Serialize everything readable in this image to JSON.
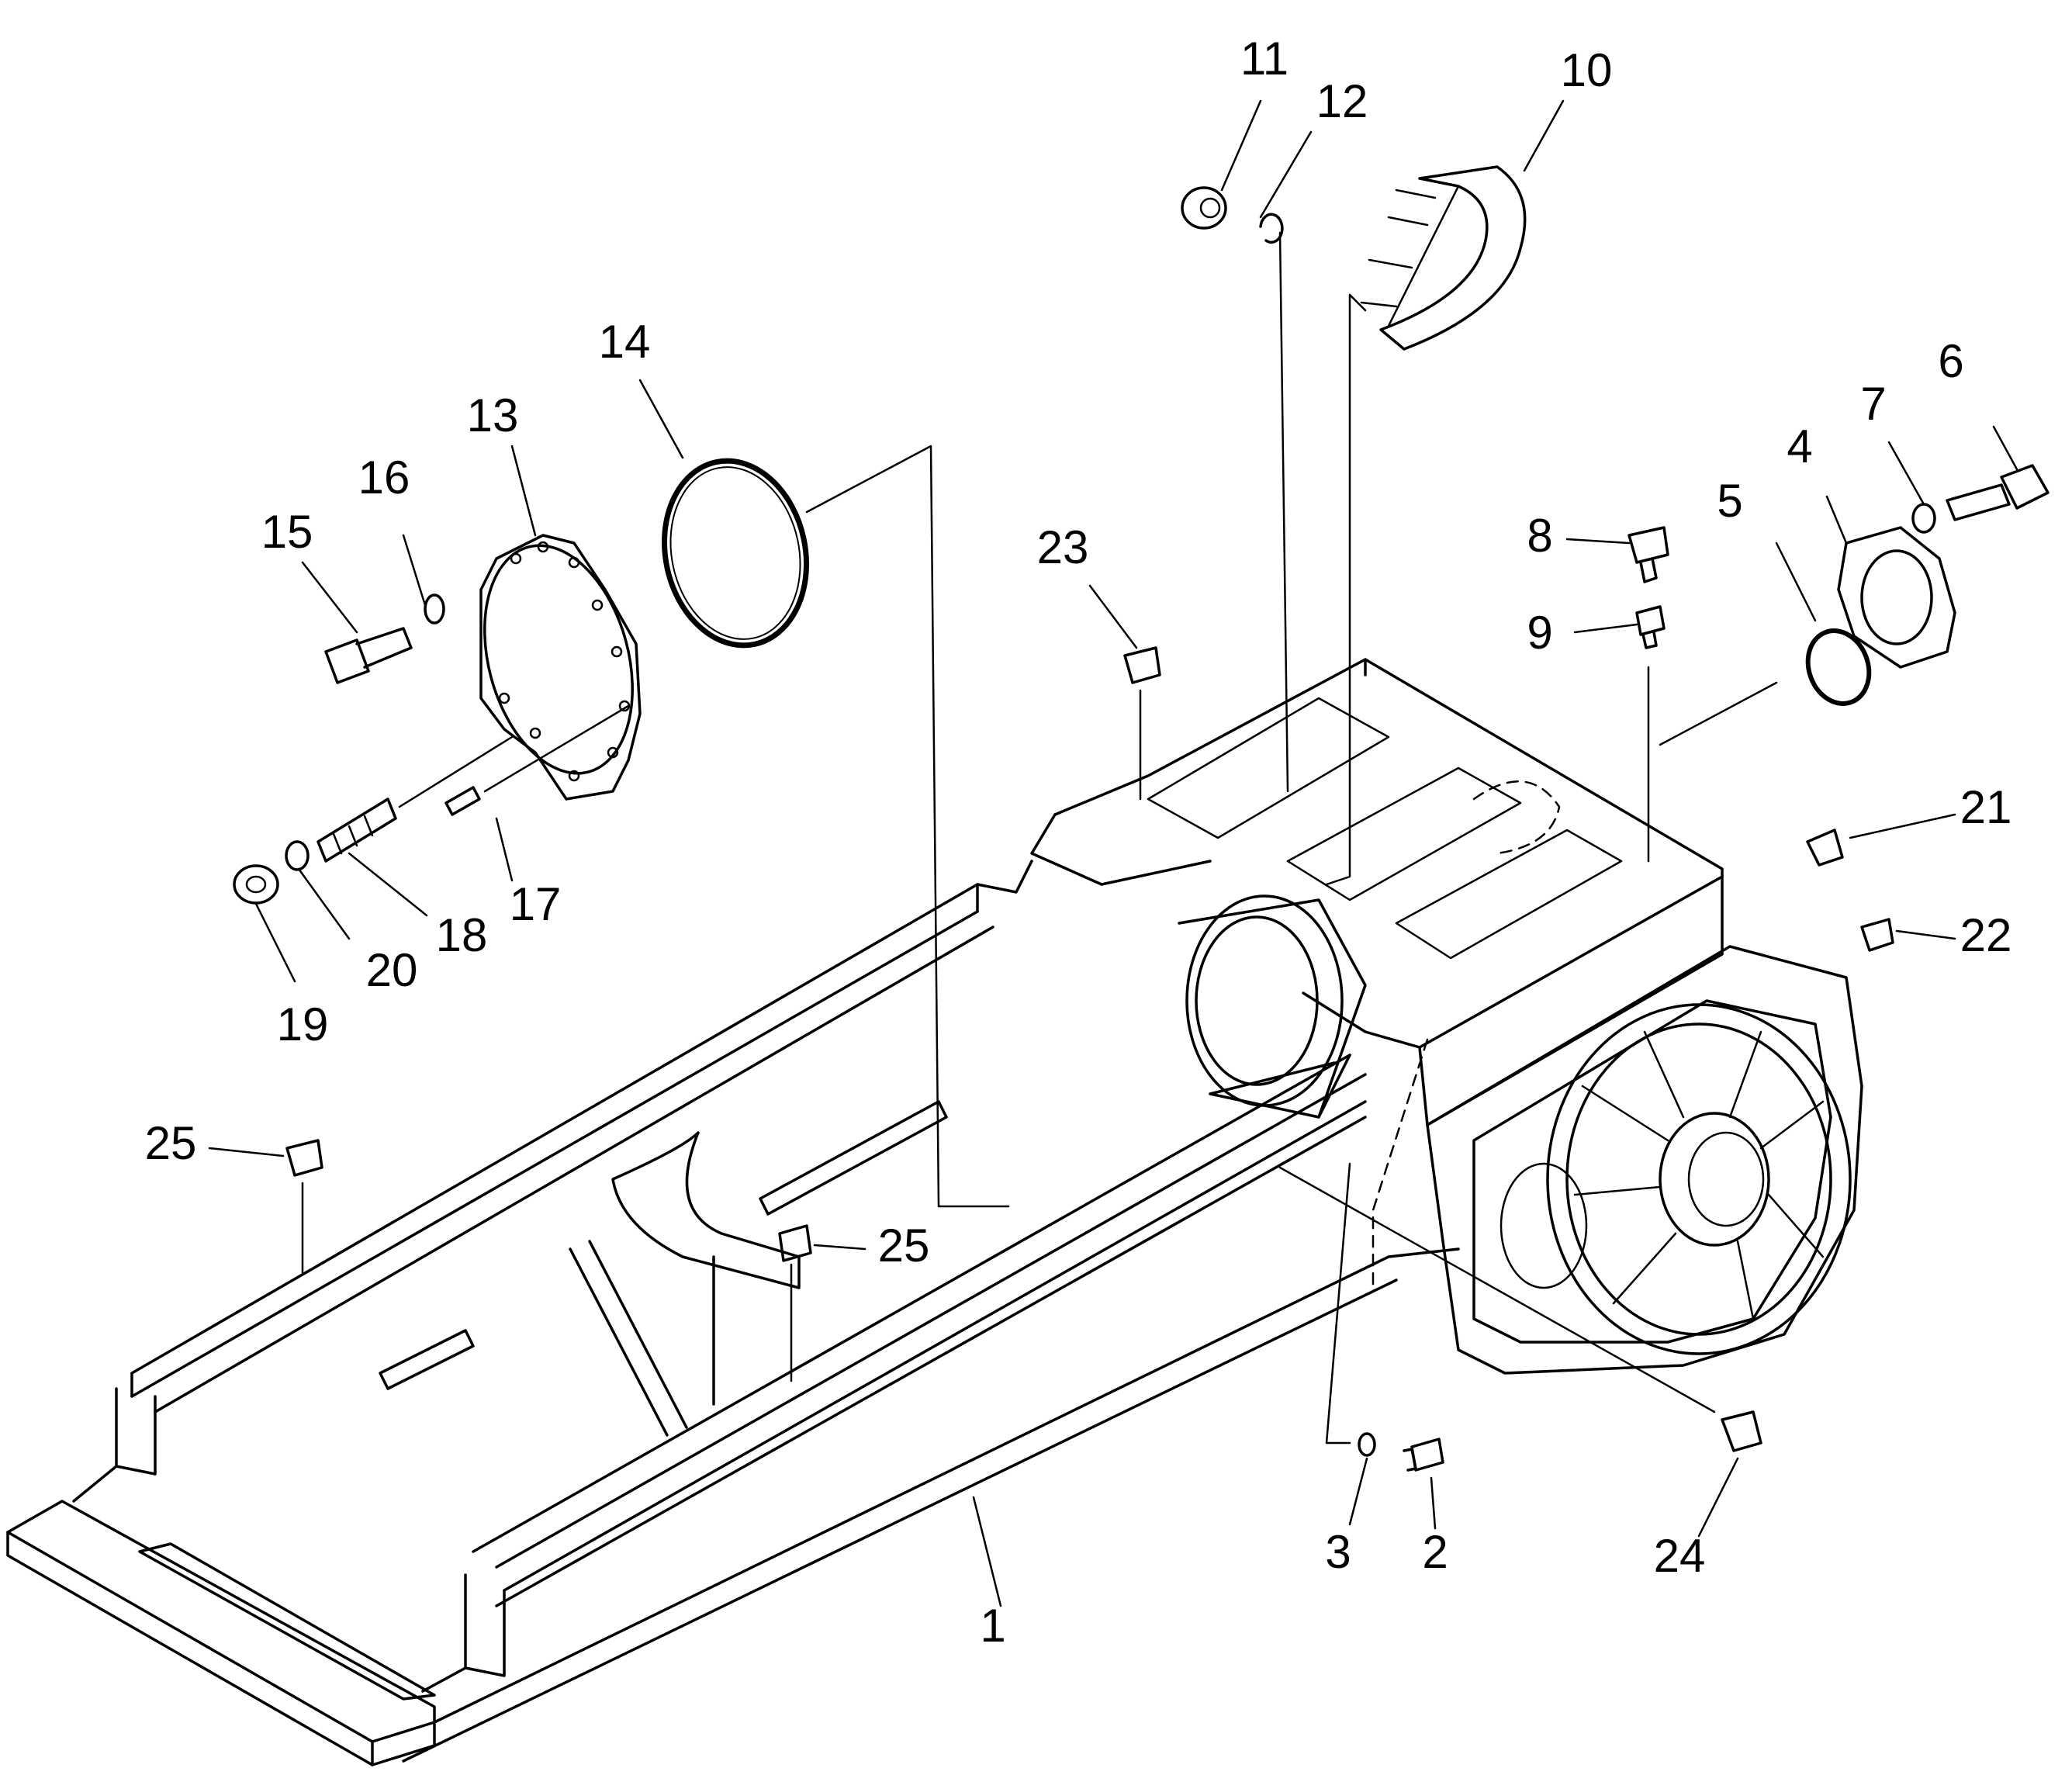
{
  "callouts": [
    {
      "id": "c1",
      "text": "1"
    },
    {
      "id": "c2",
      "text": "2"
    },
    {
      "id": "c3",
      "text": "3"
    },
    {
      "id": "c4",
      "text": "4"
    },
    {
      "id": "c5",
      "text": "5"
    },
    {
      "id": "c6",
      "text": "6"
    },
    {
      "id": "c7",
      "text": "7"
    },
    {
      "id": "c8",
      "text": "8"
    },
    {
      "id": "c9",
      "text": "9"
    },
    {
      "id": "c10",
      "text": "10"
    },
    {
      "id": "c11",
      "text": "11"
    },
    {
      "id": "c12",
      "text": "12"
    },
    {
      "id": "c13",
      "text": "13"
    },
    {
      "id": "c14",
      "text": "14"
    },
    {
      "id": "c15",
      "text": "15"
    },
    {
      "id": "c16",
      "text": "16"
    },
    {
      "id": "c17",
      "text": "17"
    },
    {
      "id": "c18",
      "text": "18"
    },
    {
      "id": "c19",
      "text": "19"
    },
    {
      "id": "c20",
      "text": "20"
    },
    {
      "id": "c21",
      "text": "21"
    },
    {
      "id": "c22",
      "text": "22"
    },
    {
      "id": "c23",
      "text": "23"
    },
    {
      "id": "c24",
      "text": "24"
    },
    {
      "id": "c25a",
      "text": "25"
    },
    {
      "id": "c25b",
      "text": "25"
    }
  ]
}
